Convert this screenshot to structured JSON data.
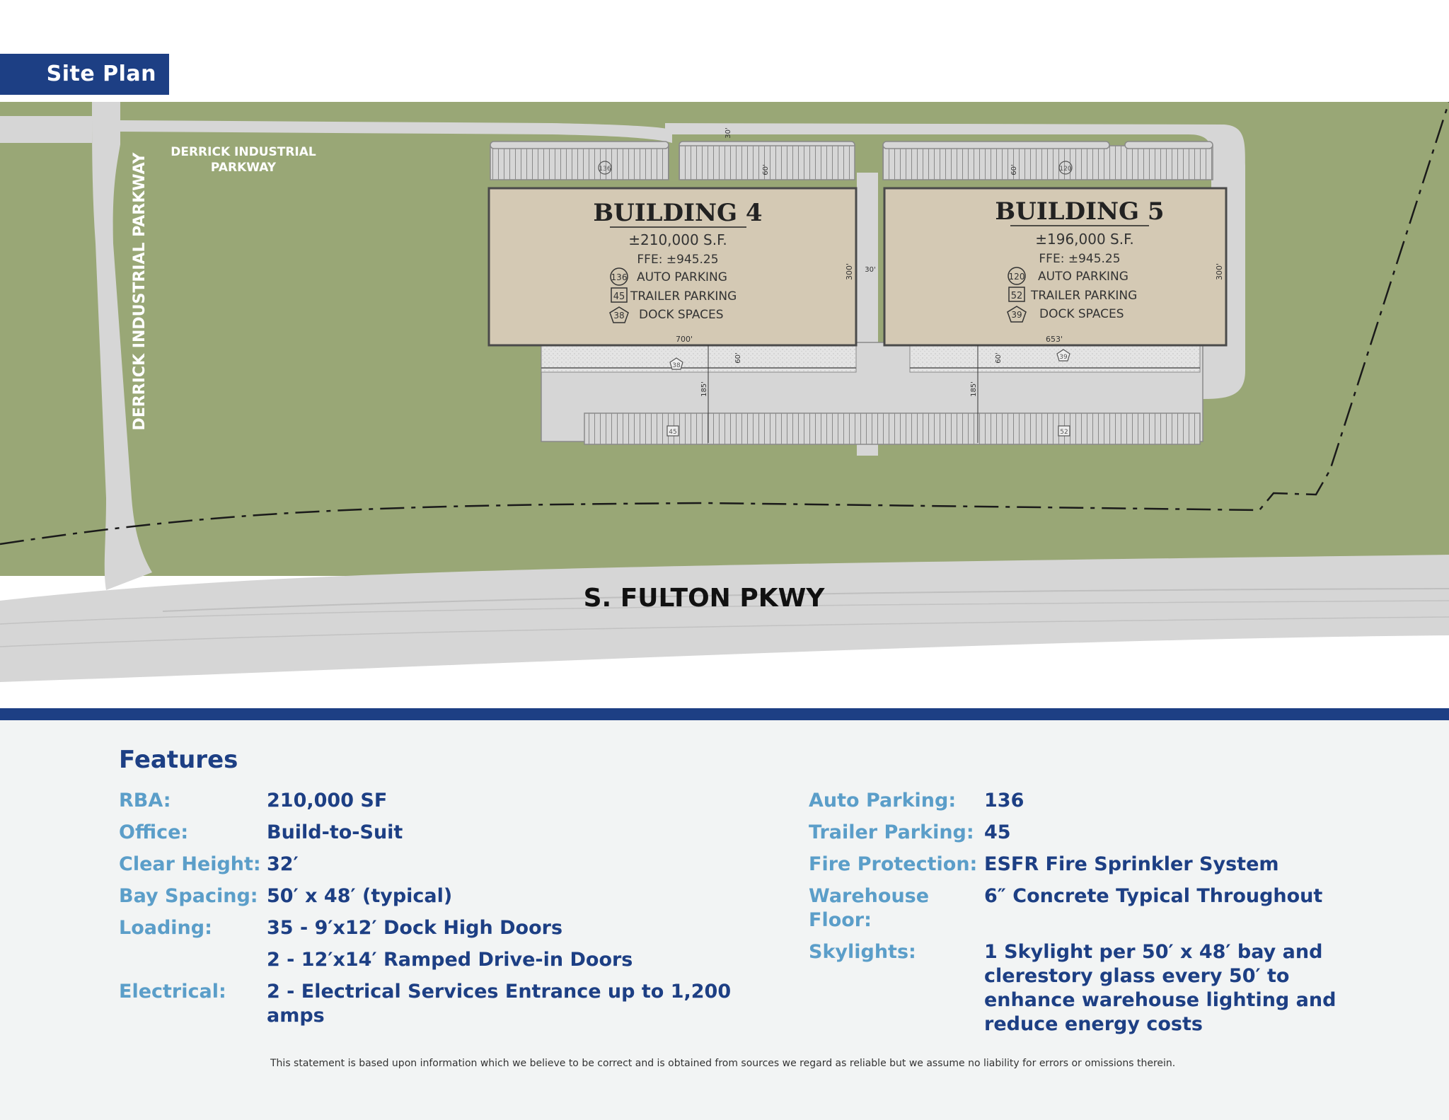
{
  "header": {
    "tab_label": "Site Plan"
  },
  "map": {
    "road_label_top_line1": "DERRICK INDUSTRIAL",
    "road_label_top_line2": "PARKWAY",
    "road_label_vertical": "DERRICK INDUSTRIAL PARKWAY",
    "road_label_bottom": "S. FULTON PKWY",
    "colors": {
      "grass": "#99a776",
      "road": "#d3d3d3",
      "building": "#d4c9b4",
      "outline": "#4a4a4a"
    },
    "buildings": [
      {
        "title": "BUILDING 4",
        "area": "±210,000 S.F.",
        "ffe": "FFE:  ±945.25",
        "auto_count": "136",
        "auto_label": "AUTO  PARKING",
        "trailer_count": "45",
        "trailer_label": "TRAILER  PARKING",
        "dock_count": "38",
        "dock_label": "DOCK  SPACES",
        "dim_width": "700'",
        "dim_depth": "300'",
        "dim_truck": "185'",
        "dim_apron": "60'",
        "dim_front": "60'"
      },
      {
        "title": "BUILDING 5",
        "area": "±196,000 S.F.",
        "ffe": "FFE:  ±945.25",
        "auto_count": "120",
        "auto_label": "AUTO  PARKING",
        "trailer_count": "52",
        "trailer_label": "TRAILER  PARKING",
        "dock_count": "39",
        "dock_label": "DOCK  SPACES",
        "dim_width": "653'",
        "dim_depth": "300'",
        "dim_truck": "185'",
        "dim_apron": "60'",
        "dim_front": "60'"
      }
    ],
    "dim_gap": "30'",
    "dim_road_top": "30'"
  },
  "features": {
    "title": "Features",
    "left": [
      {
        "label": "RBA:",
        "value": "210,000 SF"
      },
      {
        "label": "Office:",
        "value": "Build-to-Suit"
      },
      {
        "label": "Clear Height:",
        "value": "32′"
      },
      {
        "label": "Bay Spacing:",
        "value": "50′ x 48′ (typical)"
      },
      {
        "label": "Loading:",
        "value": "35 - 9′x12′ Dock High Doors"
      },
      {
        "label": "",
        "value": "2 - 12′x14′ Ramped Drive-in Doors"
      },
      {
        "label": "Electrical:",
        "value": "2 - Electrical Services Entrance up to 1,200 amps"
      }
    ],
    "right": [
      {
        "label": "Auto Parking:",
        "value": "136"
      },
      {
        "label": "Trailer Parking:",
        "value": "45"
      },
      {
        "label": "Fire Protection:",
        "value": "ESFR Fire Sprinkler System"
      },
      {
        "label": "Warehouse Floor:",
        "value": "6″ Concrete Typical Throughout"
      },
      {
        "label": "Skylights:",
        "value": "1 Skylight per 50′ x 48′ bay and clerestory glass every 50′ to enhance warehouse lighting and reduce energy costs"
      }
    ]
  },
  "disclaimer": "This statement is based upon information which we believe to be correct and is obtained from sources we regard as reliable but we assume no liability for errors or omissions therein."
}
